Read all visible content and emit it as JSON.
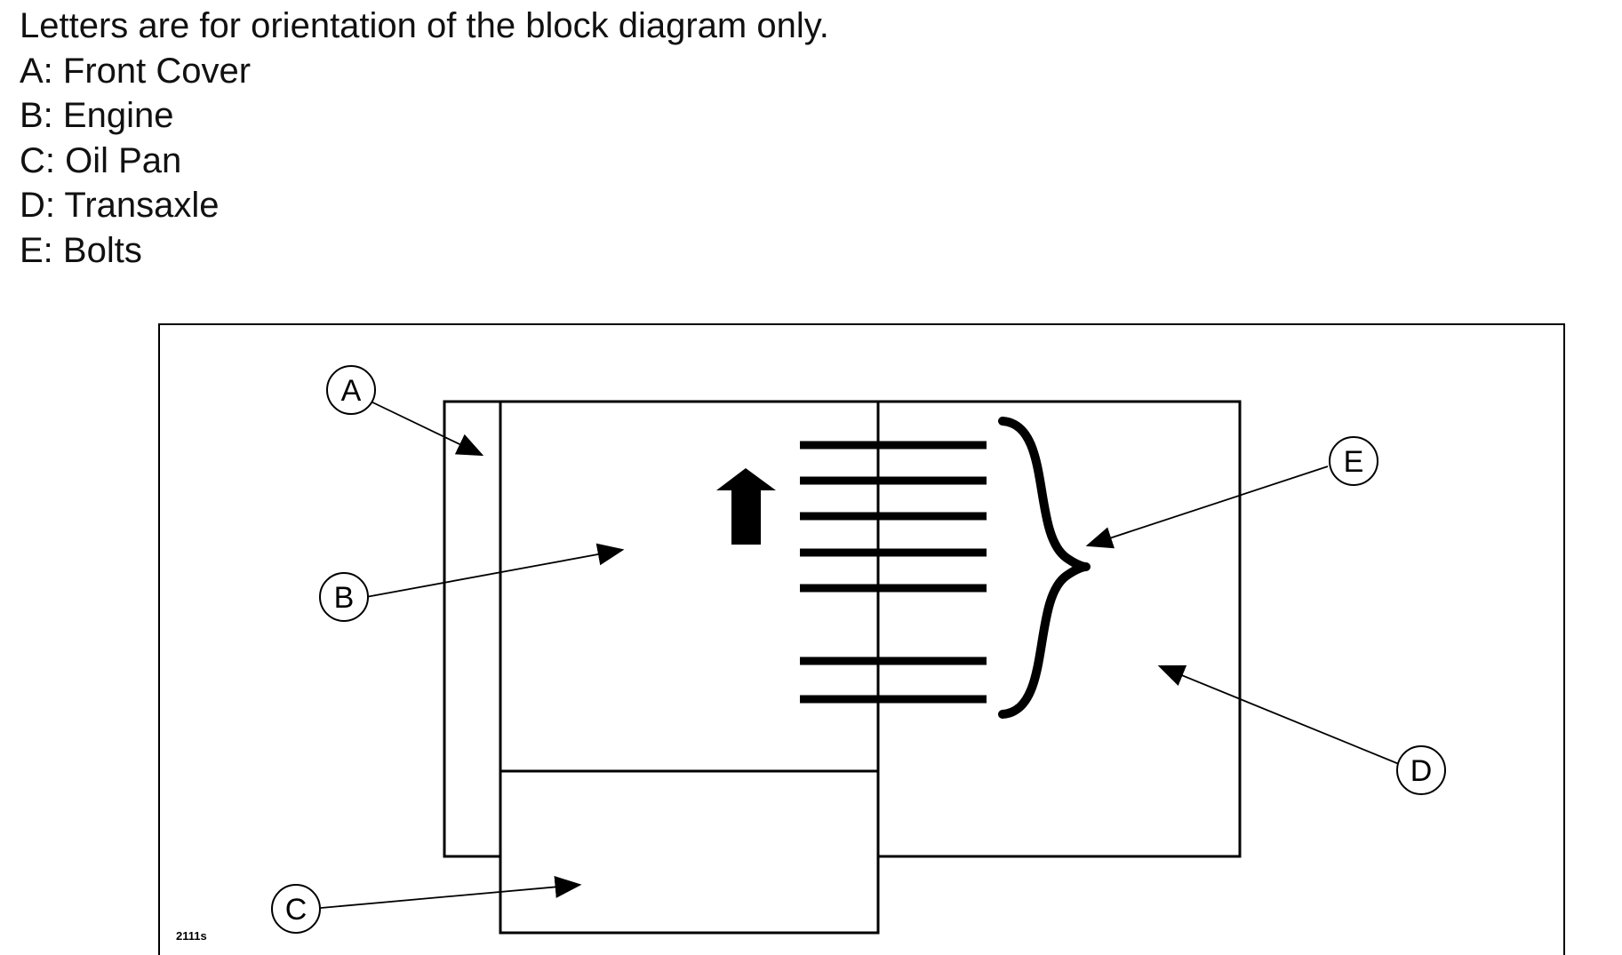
{
  "legend": {
    "intro": "Letters are for orientation of the block diagram only.",
    "items": [
      "A: Front Cover",
      "B: Engine",
      "C: Oil Pan",
      "D: Transaxle",
      "E: Bolts"
    ]
  },
  "diagram": {
    "callouts": {
      "a": "A",
      "b": "B",
      "c": "C",
      "d": "D",
      "e": "E"
    },
    "figure_code": "2111s",
    "icons": {
      "direction": "up-arrow-icon"
    }
  }
}
